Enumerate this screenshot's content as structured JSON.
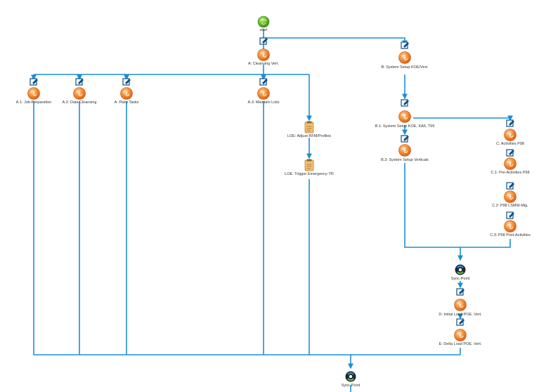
{
  "colors": {
    "line": "#1a8fd6",
    "task_orange": "#ef7d22",
    "task_orange_light": "#f7a65a",
    "start_green": "#5cae22",
    "edit_icon": "#0b4f8a",
    "doc_icon": "#e9a33a",
    "sync_dark": "#1d2a33",
    "sync_ring": "#3d8fd1"
  },
  "nodes": {
    "start": {
      "label": "start",
      "icon": "start-circle-icon"
    },
    "a": {
      "label": "A: Cleansing Vert."
    },
    "b": {
      "label": "B: System Setup KOE/Vert."
    },
    "a1": {
      "label": "A.1: Job-Preparation"
    },
    "a2": {
      "label": "A.2: Data Cleansing"
    },
    "a_plant": {
      "label": "A: Plant Tasks"
    },
    "a3": {
      "label": "A.3: Maintain Lists"
    },
    "loe1": {
      "label": "LOE: Adjust RFM/Profiles",
      "icon": "document-icon"
    },
    "loe2": {
      "label": "LOE: Trigger Emergency-TR",
      "icon": "document-icon"
    },
    "b1": {
      "label": "B.1: System Setup KOE, KA6, T99"
    },
    "b3": {
      "label": "B.3: System Setup Verticals"
    },
    "c": {
      "label": "C: Activities P98"
    },
    "c1": {
      "label": "C.1: Pre-Activities P98"
    },
    "c2": {
      "label": "C.2: P98 LSMW-Mig."
    },
    "c3": {
      "label": "C.3: P98 Post-Activities"
    },
    "sync1": {
      "label": "Sync-Point",
      "icon": "sync-point-icon"
    },
    "d": {
      "label": "D: Initial Load POE, Vert."
    },
    "e": {
      "label": "E: Delta Load POE, Vert."
    },
    "sync2": {
      "label": "Sync-Point",
      "icon": "sync-point-icon"
    }
  }
}
